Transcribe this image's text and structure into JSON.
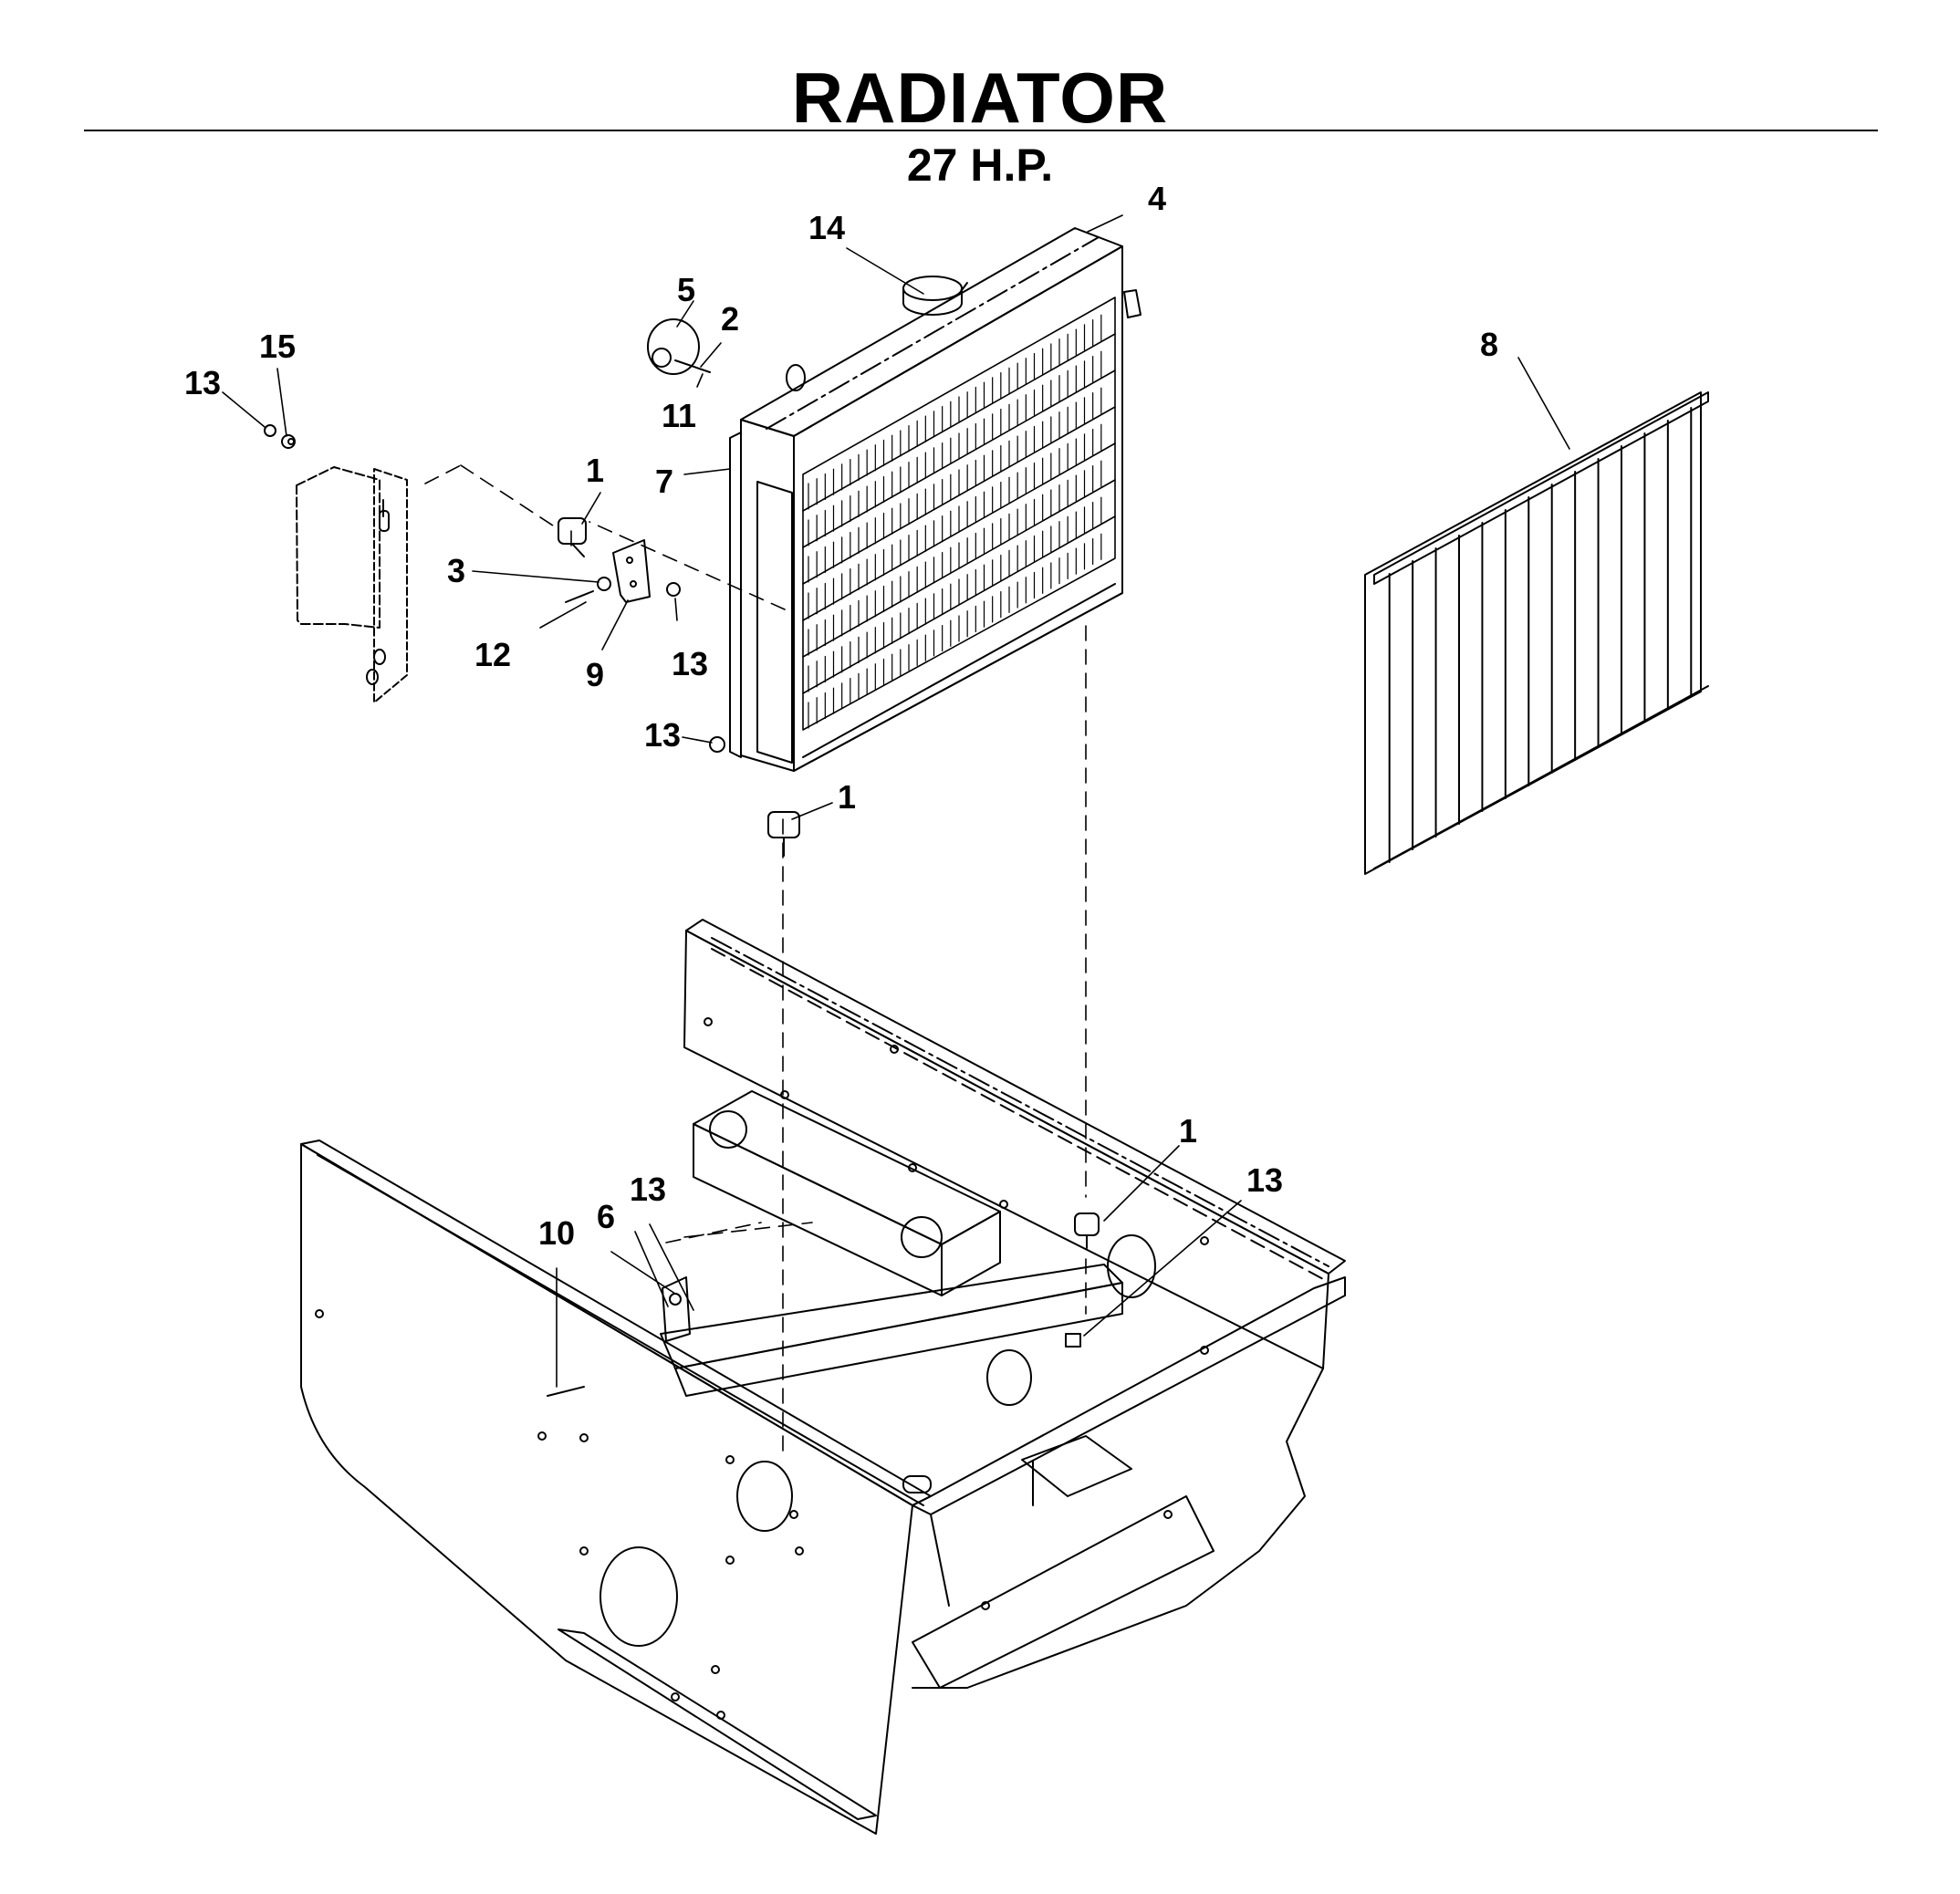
{
  "title": "RADIATOR",
  "subtitle": "27 H.P.",
  "callouts": [
    {
      "id": "c1a",
      "label": "1"
    },
    {
      "id": "c1b",
      "label": "1"
    },
    {
      "id": "c1c",
      "label": "1"
    },
    {
      "id": "c2",
      "label": "2"
    },
    {
      "id": "c3",
      "label": "3"
    },
    {
      "id": "c4",
      "label": "4"
    },
    {
      "id": "c5",
      "label": "5"
    },
    {
      "id": "c6",
      "label": "6"
    },
    {
      "id": "c7",
      "label": "7"
    },
    {
      "id": "c8",
      "label": "8"
    },
    {
      "id": "c9",
      "label": "9"
    },
    {
      "id": "c10",
      "label": "10"
    },
    {
      "id": "c11",
      "label": "11"
    },
    {
      "id": "c12",
      "label": "12"
    },
    {
      "id": "c13a",
      "label": "13"
    },
    {
      "id": "c13b",
      "label": "13"
    },
    {
      "id": "c13c",
      "label": "13"
    },
    {
      "id": "c13d",
      "label": "13"
    },
    {
      "id": "c13e",
      "label": "13"
    },
    {
      "id": "c14",
      "label": "14"
    },
    {
      "id": "c15",
      "label": "15"
    }
  ]
}
